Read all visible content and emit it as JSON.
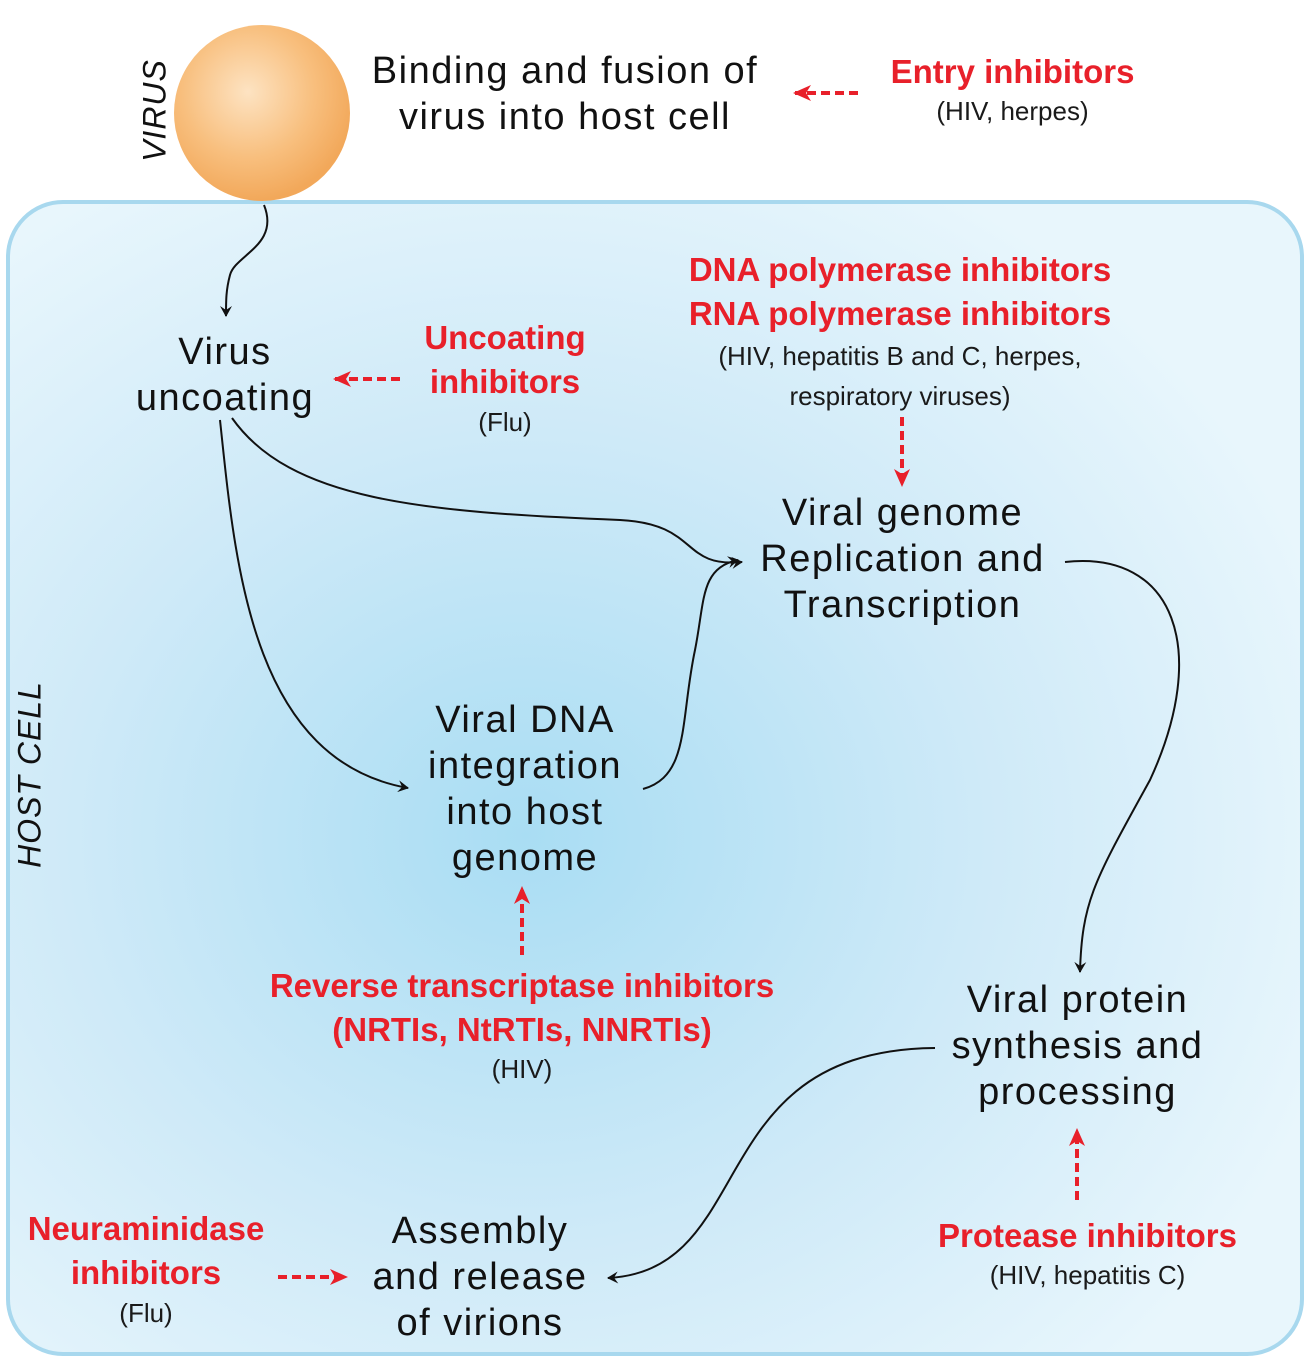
{
  "labels": {
    "virus": "VIRUS",
    "host_cell": "HOST CELL"
  },
  "steps": {
    "binding": [
      "Binding and fusion of",
      "virus into host cell"
    ],
    "uncoating": [
      "Virus",
      "uncoating"
    ],
    "replication": [
      "Viral genome",
      "Replication and",
      "Transcription"
    ],
    "integration": [
      "Viral DNA",
      "integration",
      "into host",
      "genome"
    ],
    "protein": [
      "Viral protein",
      "synthesis and",
      "processing"
    ],
    "assembly": [
      "Assembly",
      "and release",
      "of virions"
    ]
  },
  "inhibitors": {
    "entry": {
      "name": [
        "Entry inhibitors"
      ],
      "targets": [
        "(HIV, herpes)"
      ]
    },
    "uncoating": {
      "name": [
        "Uncoating",
        "inhibitors"
      ],
      "targets": [
        "(Flu)"
      ]
    },
    "polymerase": {
      "name": [
        "DNA polymerase inhibitors",
        "RNA polymerase inhibitors"
      ],
      "targets": [
        "(HIV, hepatitis B and C, herpes,",
        "respiratory viruses)"
      ]
    },
    "reverse_transcriptase": {
      "name": [
        "Reverse transcriptase inhibitors",
        "(NRTIs, NtRTIs, NNRTIs)"
      ],
      "targets": [
        "(HIV)"
      ]
    },
    "neuraminidase": {
      "name": [
        "Neuraminidase",
        "inhibitors"
      ],
      "targets": [
        "(Flu)"
      ]
    },
    "protease": {
      "name": [
        "Protease inhibitors"
      ],
      "targets": [
        "(HIV, hepatitis C)"
      ]
    }
  },
  "colors": {
    "inhibitor_red": "#e8202a",
    "cell_border": "#a8d8ee",
    "cell_center": "#a9ddf3",
    "cell_edge": "#e6f5fc",
    "virus_orange": "#f6b56f",
    "arrow": "#111111"
  }
}
